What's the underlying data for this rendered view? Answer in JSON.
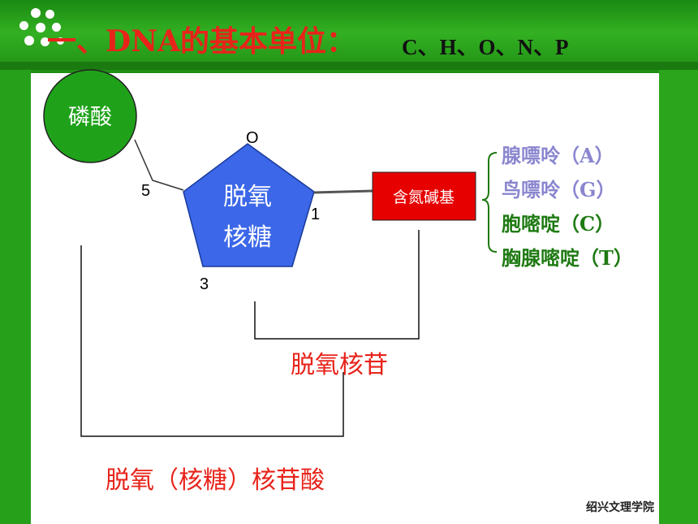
{
  "slide": {
    "title": "一、DNA的基本单位：",
    "elements": "C、H、O、N、P",
    "footer": "绍兴文理学院"
  },
  "diagram": {
    "phosphate": "磷酸",
    "sugar_line1": "脱氧",
    "sugar_line2": "核糖",
    "oxygen_label": "O",
    "carbon5_label": "5",
    "carbon1_label": "1",
    "carbon3_label": "3",
    "base_box": "含氮碱基",
    "bases": [
      "腺嘌呤（A）",
      "鸟嘌呤（G）",
      "胞嘧啶（C）",
      "胸腺嘧啶（T）"
    ],
    "nucleoside": "脱氧核苷",
    "nucleotide": "脱氧（核糖）核苷酸"
  },
  "colors": {
    "header_green": "#2aa51c",
    "title_red": "#e8231a",
    "phosphate_green": "#1fa21a",
    "sugar_blue": "#3b67e8",
    "base_box_red": "#e60000",
    "purine_purple": "#8a86cf",
    "pyrimidine_green": "#1e7a12"
  }
}
